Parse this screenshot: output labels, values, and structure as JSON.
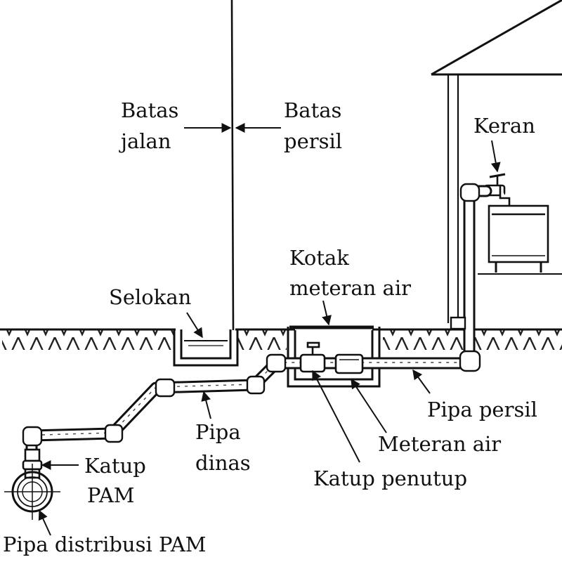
{
  "labels": {
    "batas_jalan_1": "Batas",
    "batas_jalan_2": "jalan",
    "batas_persil_1": "Batas",
    "batas_persil_2": "persil",
    "keran": "Keran",
    "kotak_1": "Kotak",
    "kotak_2": "meteran air",
    "selokan": "Selokan",
    "pipa_persil": "Pipa persil",
    "meteran_air": "Meteran air",
    "katup_penutup": "Katup penutup",
    "pipa_dinas_1": "Pipa",
    "pipa_dinas_2": "dinas",
    "katup_pam_1": "Katup",
    "katup_pam_2": "PAM",
    "pipa_distribusi": "Pipa distribusi PAM"
  }
}
